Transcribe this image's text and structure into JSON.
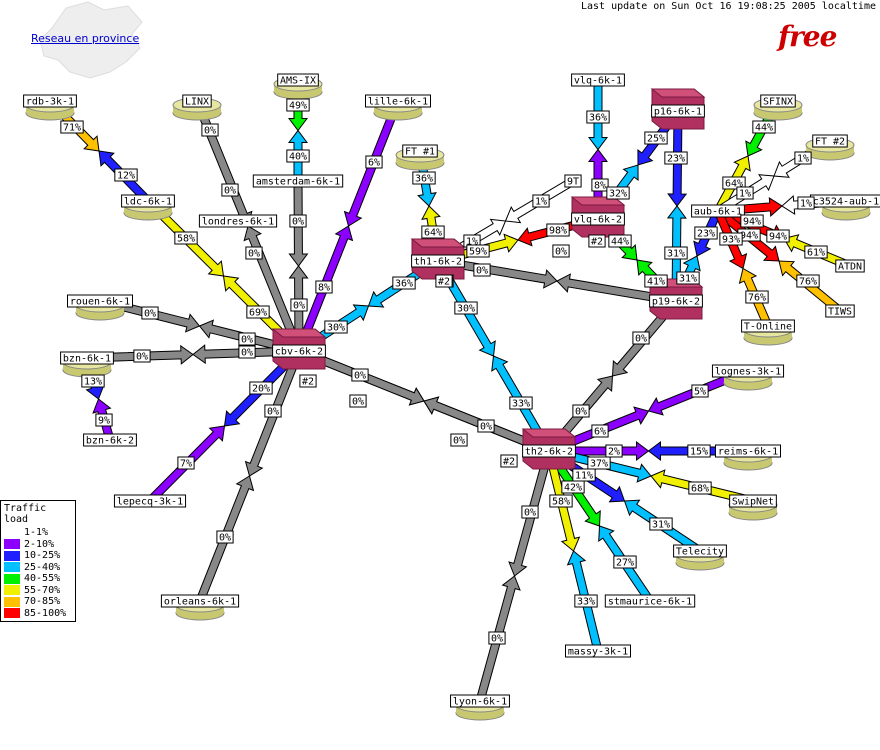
{
  "header": {
    "update_text": "Last update on Sun Oct 16 19:08:25 2005 localtime"
  },
  "province_link": "Reseau en province",
  "logo_text": "free",
  "legend": {
    "title": "Traffic load",
    "items": [
      {
        "label": "1-1%",
        "color": "#ffffff"
      },
      {
        "label": "2-10%",
        "color": "#8c00ff"
      },
      {
        "label": "10-25%",
        "color": "#2020ff"
      },
      {
        "label": "25-40%",
        "color": "#00c0ff"
      },
      {
        "label": "40-55%",
        "color": "#00f000"
      },
      {
        "label": "55-70%",
        "color": "#f0f000"
      },
      {
        "label": "70-85%",
        "color": "#ffc000"
      },
      {
        "label": "85-100%",
        "color": "#ff0000"
      }
    ]
  },
  "nodes": [
    {
      "id": "rdb",
      "label": "rdb-3k-1",
      "shape": "disk"
    },
    {
      "id": "linx",
      "label": "LINX",
      "shape": "disk"
    },
    {
      "id": "amsix",
      "label": "AMS-IX",
      "shape": "disk"
    },
    {
      "id": "lille",
      "label": "lille-6k-1",
      "shape": "disk"
    },
    {
      "id": "ldc",
      "label": "ldc-6k-1",
      "shape": "disk"
    },
    {
      "id": "londres",
      "label": "londres-6k-1",
      "shape": "plain"
    },
    {
      "id": "amsterdam",
      "label": "amsterdam-6k-1",
      "shape": "plain"
    },
    {
      "id": "ft1",
      "label": "FT_#1",
      "shape": "disk"
    },
    {
      "id": "vlq1",
      "label": "vlq-6k-1",
      "shape": "plain"
    },
    {
      "id": "p16",
      "label": "p16-6k-1",
      "shape": "router"
    },
    {
      "id": "sfinx",
      "label": "SFINX",
      "shape": "disk"
    },
    {
      "id": "ft2",
      "label": "FT_#2",
      "shape": "disk"
    },
    {
      "id": "ninet",
      "label": "9T",
      "shape": "plain"
    },
    {
      "id": "vlq2",
      "label": "vlq-6k-2",
      "shape": "router"
    },
    {
      "id": "aub",
      "label": "aub-6k-1",
      "shape": "plain"
    },
    {
      "id": "c3524",
      "label": "c3524-aub-1",
      "shape": "disk"
    },
    {
      "id": "th1",
      "label": "th1-6k-2",
      "shape": "router"
    },
    {
      "id": "atdn",
      "label": "ATDN",
      "shape": "plain"
    },
    {
      "id": "rouen",
      "label": "rouen-6k-1",
      "shape": "disk"
    },
    {
      "id": "p19",
      "label": "p19-6k-2",
      "shape": "router"
    },
    {
      "id": "tonline",
      "label": "T-Online",
      "shape": "disk"
    },
    {
      "id": "tiws",
      "label": "TIWS",
      "shape": "plain"
    },
    {
      "id": "cbv",
      "label": "cbv-6k-2",
      "shape": "router"
    },
    {
      "id": "bzn1",
      "label": "bzn-6k-1",
      "shape": "disk"
    },
    {
      "id": "bzn2",
      "label": "bzn-6k-2",
      "shape": "plain"
    },
    {
      "id": "lognes",
      "label": "lognes-3k-1",
      "shape": "disk"
    },
    {
      "id": "th2",
      "label": "th2-6k-2",
      "shape": "router"
    },
    {
      "id": "reims",
      "label": "reims-6k-1",
      "shape": "disk"
    },
    {
      "id": "swipnet",
      "label": "SwipNet",
      "shape": "disk"
    },
    {
      "id": "lepecq",
      "label": "lepecq-3k-1",
      "shape": "plain"
    },
    {
      "id": "telecity",
      "label": "Telecity",
      "shape": "disk"
    },
    {
      "id": "orleans",
      "label": "orleans-6k-1",
      "shape": "disk"
    },
    {
      "id": "stmaurice",
      "label": "stmaurice-6k-1",
      "shape": "plain"
    },
    {
      "id": "massy",
      "label": "massy-3k-1",
      "shape": "plain"
    },
    {
      "id": "lyon",
      "label": "lyon-6k-1",
      "shape": "disk"
    }
  ],
  "tags": [
    "#2",
    "#2",
    "#2",
    "#2",
    "#2"
  ],
  "links": [
    {
      "id": "rdb-ldc",
      "a": "71%",
      "b": "12%"
    },
    {
      "id": "ldc-cbv",
      "a": "58%",
      "b": "69%"
    },
    {
      "id": "linx-cbv",
      "a": "0%",
      "b": "0%",
      "c": "0%"
    },
    {
      "id": "amsix-amsterdam",
      "a": "49%",
      "b": "40%"
    },
    {
      "id": "amsterdam-cbv",
      "a": "0%",
      "b": "0%"
    },
    {
      "id": "lille-cbv",
      "a": "6%",
      "b": "8%"
    },
    {
      "id": "rouen-cbv",
      "a": "0%",
      "b": "0%"
    },
    {
      "id": "bzn1-cbv",
      "a": "0%",
      "b": "0%"
    },
    {
      "id": "bzn1-bzn2",
      "a": "13%",
      "b": "9%"
    },
    {
      "id": "cbv-th1",
      "a": "30%",
      "b": "36%"
    },
    {
      "id": "cbv-lepecq",
      "a": "20%",
      "b": "7%"
    },
    {
      "id": "cbv-orleans",
      "a": "0%",
      "b": "0%"
    },
    {
      "id": "cbv-th2-a",
      "a": "0%",
      "b": "0%"
    },
    {
      "id": "cbv-th2-b",
      "a": "0%",
      "b": "0%"
    },
    {
      "id": "ft1-th1",
      "a": "36%",
      "b": "64%"
    },
    {
      "id": "ninet-th1",
      "a": "1%",
      "b": "1%"
    },
    {
      "id": "th1-vlq2",
      "a": "59%",
      "b": "98%"
    },
    {
      "id": "th1-p19",
      "a": "0%",
      "b": "0%"
    },
    {
      "id": "th1-th2",
      "a": "30%",
      "b": "33%"
    },
    {
      "id": "vlq1-vlq2",
      "a": "36%",
      "b": "8%"
    },
    {
      "id": "vlq2-p16",
      "a": "32%",
      "b": "25%"
    },
    {
      "id": "vlq2-p19",
      "a": "44%",
      "b": "41%"
    },
    {
      "id": "p16-p19",
      "a": "23%",
      "b": "31%"
    },
    {
      "id": "p19-aub",
      "a": "31%",
      "b": "23%"
    },
    {
      "id": "sfinx-aub",
      "a": "44%",
      "b": "64%"
    },
    {
      "id": "ft2-aub",
      "a": "1%",
      "b": "1%"
    },
    {
      "id": "c3524-aub",
      "a": "1%",
      "b": "94%"
    },
    {
      "id": "aub-atdn",
      "a": "94%",
      "b": "61%"
    },
    {
      "id": "aub-tiws",
      "a": "94%",
      "b": "76%"
    },
    {
      "id": "aub-tonline",
      "a": "93%",
      "b": "76%"
    },
    {
      "id": "p19-th2",
      "a": "0%",
      "b": "0%"
    },
    {
      "id": "lognes-th2",
      "a": "5%",
      "b": "6%"
    },
    {
      "id": "th2-reims",
      "a": "2%",
      "b": "15%"
    },
    {
      "id": "th2-swipnet",
      "a": "37%",
      "b": "68%"
    },
    {
      "id": "th2-telecity",
      "a": "11%",
      "b": "31%"
    },
    {
      "id": "th2-stmaurice",
      "a": "42%",
      "b": "27%"
    },
    {
      "id": "th2-massy",
      "a": "58%",
      "b": "33%"
    },
    {
      "id": "th2-lyon",
      "a": "0%",
      "b": "0%"
    }
  ]
}
